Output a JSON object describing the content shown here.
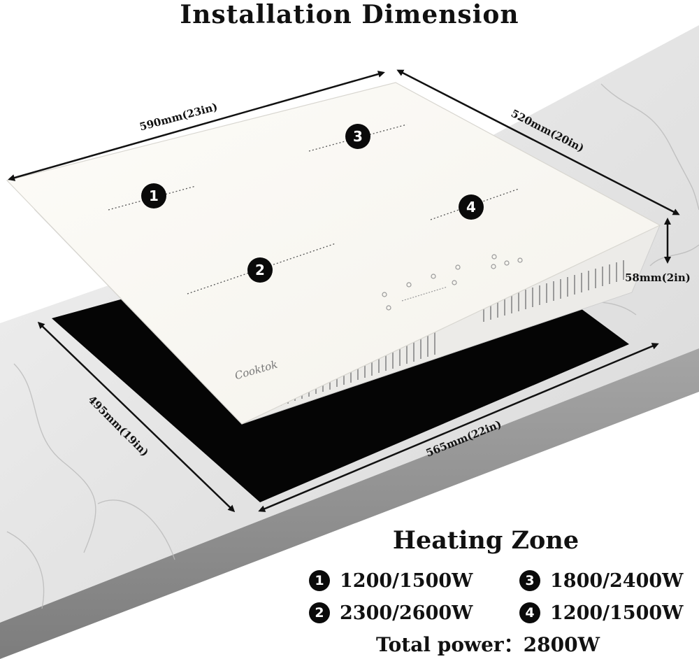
{
  "title": "Installation Dimension",
  "dimensions": {
    "hob_width": "590mm(23in)",
    "hob_depth": "520mm(20in)",
    "hob_height": "58mm(2in)",
    "cutout_depth": "495mm(19in)",
    "cutout_width": "565mm(22in)"
  },
  "brand": "Cooktok",
  "zone_badges": [
    "1",
    "2",
    "3",
    "4"
  ],
  "heating": {
    "title": "Heating Zone",
    "zones": [
      {
        "num": "1",
        "power": "1200/1500W"
      },
      {
        "num": "3",
        "power": "1800/2400W"
      },
      {
        "num": "2",
        "power": "2300/2600W"
      },
      {
        "num": "4",
        "power": "1200/1500W"
      }
    ],
    "total": "Total power：2800W"
  },
  "colors": {
    "marble": "#e6e6e6",
    "marble_edge": "#8f8f8f",
    "cutout": "#050505",
    "glass": "#fbf9f4",
    "frame": "#ecebe8",
    "arrow": "#111111"
  },
  "icons": [
    "double-arrow-icon",
    "vent-slots-icon",
    "touch-control-icon"
  ]
}
